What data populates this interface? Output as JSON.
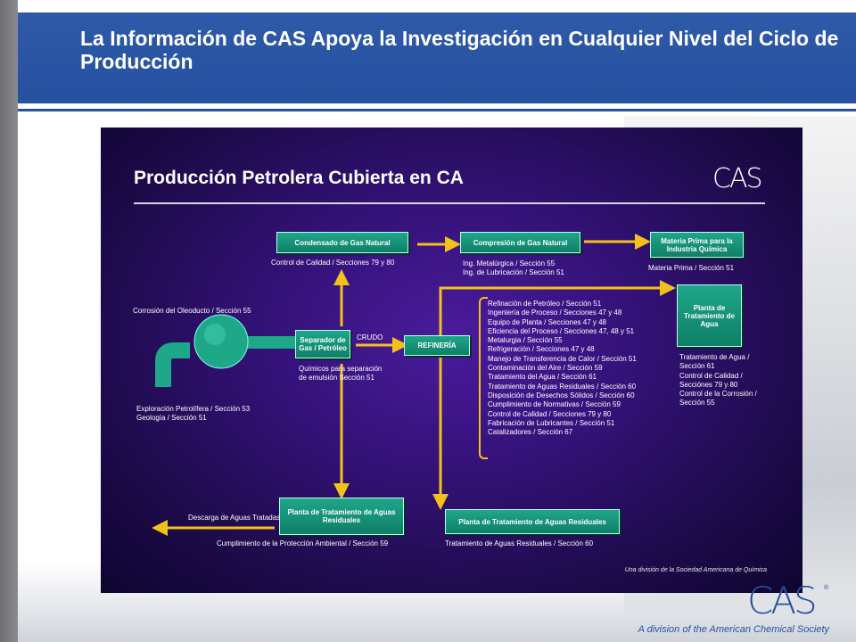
{
  "header": {
    "title": "La Información de CAS Apoya la Investigación en Cualquier Nivel del Ciclo de Producción"
  },
  "slide": {
    "title": "Producción Petrolera Cubierta en CA",
    "logo_text": "CAS",
    "footer": "Una división de la Sociedad Americana de Química",
    "boxes": {
      "condensado": "Condensado de Gas Natural",
      "compresion": "Compresión de Gas Natural",
      "materia": "Materia Prima para la Industria Química",
      "planta_agua": "Planta de Tratamiento de Agua",
      "separador": "Separador de Gas / Petróleo",
      "refineria": "REFINERÍA",
      "planta_residuales_left": "Planta de Tratamiento de Aguas Residuales",
      "planta_residuales_right": "Planta de Tratamiento de Aguas Residuales"
    },
    "labels": {
      "condensado_sub": "Control de Calidad / Secciones 79 y 80",
      "compresion_sub1": "Ing. Metalúrgica / Sección 55",
      "compresion_sub2": "Ing. de Lubricación / Sección 51",
      "materia_sub": "Materia Prima / Sección 51",
      "corrosion": "Corrosión del Oleoducto / Sección 55",
      "crudo": "CRUDO",
      "quimicos1": "Químicos para separación",
      "quimicos2": "de emulsión Sección 51",
      "exploracion1": "Exploración Petrolífera / Sección 53",
      "exploracion2": "Geología / Sección 51",
      "descarga": "Descarga de Aguas Tratadas",
      "cumplimiento": "Cumplimiento de la Protección Ambiental / Sección 59",
      "residuales_sub": "Tratamiento de Aguas Residuales / Sección 60"
    },
    "refinery_list": [
      "Refinación de Petróleo / Sección 51",
      "Ingeniería de Proceso / Secciones 47 y 48",
      "Equipo de Planta  / Secciones 47 y 48",
      "Eficiencia del Proceso / Secciones 47, 48 y 51",
      "Metalurgia / Sección 55",
      "Refrigeración / Secciones 47 y 48",
      "Manejo de Transferencia de Calor  / Sección 51",
      "Contaminación del Aire / Sección 59",
      "Tratamiento del Agua / Sección 61",
      "Tratamiento de Aguas Residuales / Sección 60",
      "Disposición de Desechos Sólidos / Sección 60",
      "Cumplimiento de Normativas / Sección 59",
      "Control de Calidad / Secciones 79 y 80",
      "Fabricación de Lubricantes / Sección 51",
      "Catalizadores / Sección 67"
    ],
    "water_list": [
      "Tratamiento de Agua /",
      "Sección 61",
      "Control de Calidad /",
      "Secciónes 79 y 80",
      "Control de la Corrosión /",
      "Sección 55"
    ]
  },
  "footer": {
    "logo_text": "CAS",
    "registered": "®",
    "tagline": "A division of the American Chemical Society"
  },
  "colors": {
    "header_blue": "#2750a0",
    "box_green": "#16937a",
    "arrow_yellow": "#f3c21a"
  }
}
